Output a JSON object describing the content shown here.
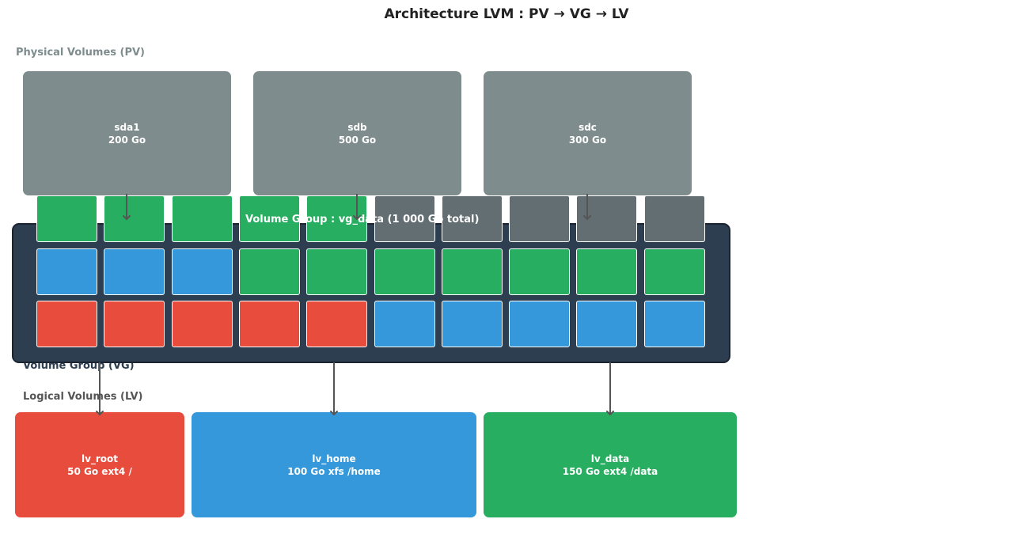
{
  "title": "Architecture LVM : PV → VG → LV",
  "labels": {
    "pv_section": "Physical Volumes (PV)",
    "vg_section": "Volume Group (VG)",
    "lv_section": "Logical Volumes (LV)",
    "vg_title": "Volume Group : vg_data  (1 000 Go total)"
  },
  "colors": {
    "pv_box": "#7f8c8d",
    "vg_box": "#2c3e50",
    "pe_free": "#636e72",
    "lv_root": "#e74c3c",
    "lv_home": "#3498db",
    "lv_data": "#27ae60",
    "arrow": "#555555"
  },
  "physical_volumes": [
    {
      "name": "sda1",
      "size": "200 Go"
    },
    {
      "name": "sdb",
      "size": "500 Go"
    },
    {
      "name": "sdc",
      "size": "300 Go"
    }
  ],
  "physical_extents": [
    [
      "lv_data",
      "lv_data",
      "lv_data",
      "lv_data",
      "lv_data",
      "free",
      "free",
      "free",
      "free",
      "free"
    ],
    [
      "lv_home",
      "lv_home",
      "lv_home",
      "lv_data",
      "lv_data",
      "lv_data",
      "lv_data",
      "lv_data",
      "lv_data",
      "lv_data"
    ],
    [
      "lv_root",
      "lv_root",
      "lv_root",
      "lv_root",
      "lv_root",
      "lv_home",
      "lv_home",
      "lv_home",
      "lv_home",
      "lv_home"
    ]
  ],
  "logical_volumes": [
    {
      "id": "lv_root",
      "name": "lv_root",
      "details": "50 Go  ext4  /"
    },
    {
      "id": "lv_home",
      "name": "lv_home",
      "details": "100 Go  xfs  /home"
    },
    {
      "id": "lv_data",
      "name": "lv_data",
      "details": "150 Go  ext4  /data"
    }
  ]
}
